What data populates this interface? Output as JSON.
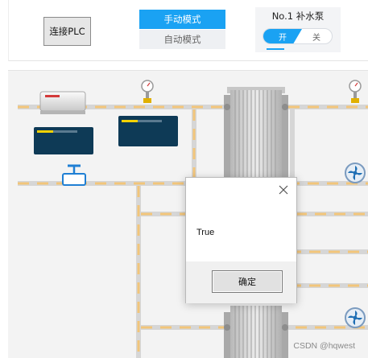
{
  "toolbar": {
    "connect_label": "连接PLC",
    "manual_mode_label": "手动模式",
    "auto_mode_label": "自动模式"
  },
  "pump": {
    "title": "No.1 补水泵",
    "on_label": "开",
    "off_label": "关"
  },
  "dialog": {
    "message": "True",
    "ok_label": "确定"
  },
  "watermark": "CSDN @hqwest",
  "colors": {
    "accent": "#1aa2f3",
    "panel_dark": "#0e3a56",
    "pipe_flow": "#f2c57a",
    "indicator": "#f5d200"
  },
  "icons": [
    "pressure-gauge-icon",
    "valve-icon",
    "fan-icon",
    "close-icon"
  ]
}
